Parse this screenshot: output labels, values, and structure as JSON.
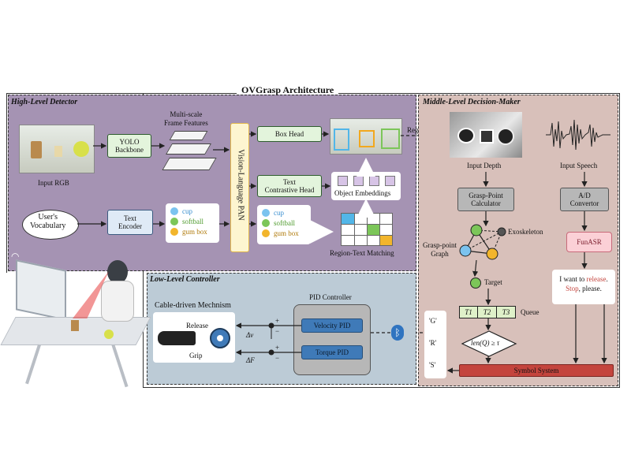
{
  "title": "OVGrasp Architecture",
  "sections": {
    "high": "High-Level Detector",
    "middle": "Middle-Level Decision-Maker",
    "low": "Low-Level Controller"
  },
  "high": {
    "input_rgb": "Input RGB",
    "yolo": "YOLO\nBackbone",
    "multiscale": "Multi-scale\nFrame Features",
    "pan": "Vision-Language PAN",
    "box_head": "Box Head",
    "text_head": "Text\nContrastive Head",
    "object_emb": "Object Embeddings",
    "region_text": "Region-Text Matching",
    "vocab": "User's\nVocabulary",
    "text_encoder": "Text\nEncoder",
    "vocab_items": [
      "cup",
      "softball",
      "gum box"
    ],
    "registration": "Registration"
  },
  "middle": {
    "input_depth": "Input Depth",
    "input_speech": "Input Speech",
    "grasp_calc": "Grasp-Point\nCalculator",
    "ad": "A/D\nConvertor",
    "grasp_graph": "Grasp-point\nGraph",
    "exoskeleton": "Exoskeleton",
    "funasr": "FunASR",
    "target": "Target",
    "queue": "Queue",
    "queue_cells": [
      "T1",
      "T2",
      "T3"
    ],
    "condition": "len(Q) ≥ τ",
    "speech_text": [
      "I want to ",
      "release",
      ". ",
      "Stop",
      ", please."
    ],
    "symbols": [
      "'G'",
      "'R'",
      "'S'"
    ],
    "symbol_system": "Symbol System"
  },
  "low": {
    "mechanism": "Cable-driven Mechnism",
    "pid": "PID Controller",
    "velocity_pid": "Velocity PID",
    "torque_pid": "Torque PID",
    "release": "Release",
    "grip": "Grip",
    "dv": "Δv",
    "df": "ΔF",
    "plus": "+",
    "minus": "−"
  },
  "colors": {
    "high_bg": "#a593b3",
    "middle_bg": "#d8c0ba",
    "low_bg": "#bccbd6",
    "pan_fill": "#fdf5d0",
    "pan_border": "#e2b84a",
    "cup": "#7bc3ef",
    "softball": "#7cc659",
    "gum_box": "#f2b52c"
  }
}
